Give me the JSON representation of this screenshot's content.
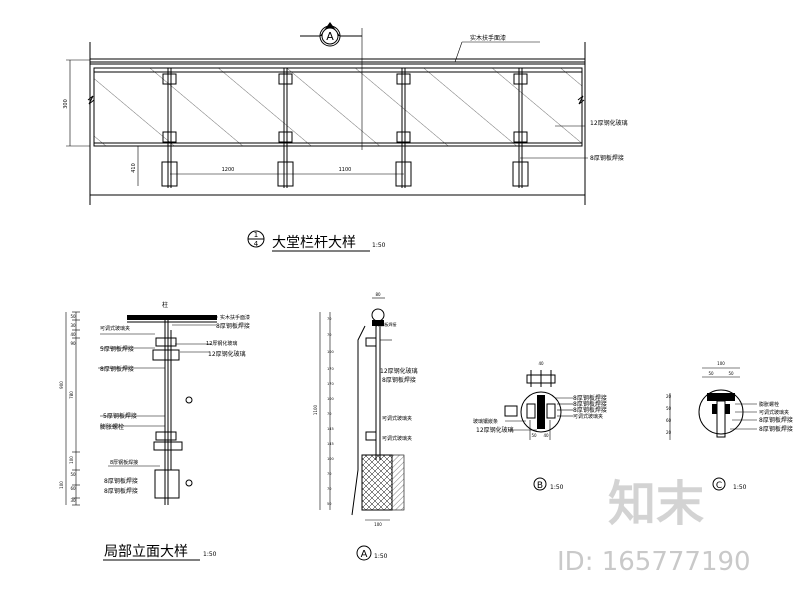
{
  "top_elevation": {
    "callout_letter": "A",
    "title": "大堂栏杆大样",
    "scale": "1:50",
    "detail_number": "1",
    "detail_sheet": "4",
    "dimensions": {
      "height": "300",
      "lower": "410",
      "spacing_1": "1200",
      "spacing_2": "1100"
    },
    "labels": {
      "handrail": "实木扶手面漆",
      "glass": "12厚钢化玻璃",
      "plate": "8厚钢板焊接"
    }
  },
  "lower_elevation": {
    "title": "局部立面大样",
    "scale": "1:50",
    "top_label": "柱",
    "labels": [
      "实木扶手面漆",
      "8厚钢板焊接",
      "可调式玻璃夹",
      "5厚钢板焊接",
      "12厚钢化玻璃",
      "12厚钢化玻璃",
      "8厚钢板焊接",
      "5厚钢板焊接",
      "膨胀螺栓",
      "8厚钢板焊接",
      "8厚钢板焊接"
    ],
    "dims": [
      "50",
      "30",
      "40",
      "90",
      "900",
      "780",
      "100",
      "50",
      "60",
      "100",
      "30"
    ]
  },
  "section_a": {
    "label": "A",
    "scale": "1:50",
    "top_dim": "80",
    "bottom_dim": "100",
    "total_dim": "1100",
    "dims": [
      "70",
      "70",
      "100",
      "170",
      "170",
      "100",
      "70",
      "145",
      "145",
      "100",
      "70",
      "70",
      "50"
    ],
    "labels": [
      "12厚钢化玻璃",
      "8厚钢板焊接",
      "可调式玻璃夹",
      "可调式玻璃夹"
    ]
  },
  "detail_b": {
    "label": "B",
    "scale": "1:50",
    "top_dim": "40",
    "bottom_dims": [
      "50",
      "40"
    ],
    "labels": [
      "8厚钢板焊接",
      "8厚钢板焊接",
      "8厚钢板焊接",
      "可调式玻璃夹",
      "玻璃镶嵌条",
      "12厚钢化玻璃"
    ]
  },
  "detail_c": {
    "label": "C",
    "scale": "1:50",
    "top_dim": "100",
    "sub_dims": [
      "50",
      "50"
    ],
    "side_dims": [
      "20",
      "50",
      "60",
      "20"
    ],
    "labels": [
      "膨胀螺栓",
      "可调式玻璃夹",
      "8厚钢板焊接",
      "8厚钢板焊接"
    ]
  },
  "watermark": {
    "logo": "知末",
    "id_text": "ID: 165777190"
  }
}
